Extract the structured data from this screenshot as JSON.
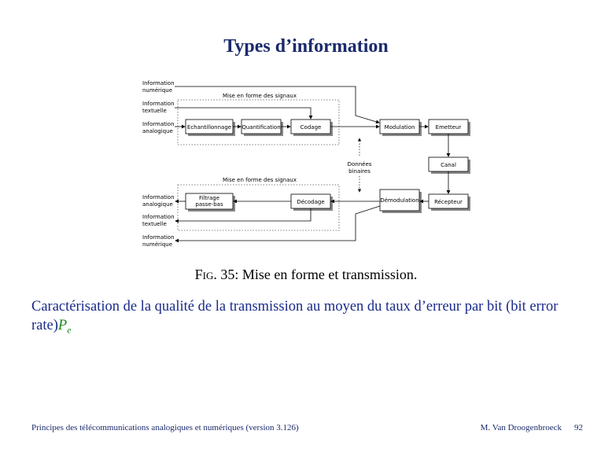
{
  "slide": {
    "title": "Types d’information"
  },
  "diagram": {
    "inputs": {
      "num": [
        "Information",
        "numérique"
      ],
      "text": [
        "Information",
        "textuelle"
      ],
      "ana": [
        "Information",
        "analogique"
      ]
    },
    "outputs": {
      "ana": [
        "Information",
        "analogique"
      ],
      "text": [
        "Information",
        "textuelle"
      ],
      "num": [
        "Information",
        "numérique"
      ]
    },
    "top_group_label": "Mise en forme des signaux",
    "bottom_group_label": "Mise en forme des signaux",
    "blocks": {
      "echantillonnage": "Echantillonnage",
      "quantification": "Quantification",
      "codage": "Codage",
      "modulation": "Modulation",
      "emetteur": "Emetteur",
      "canal": "Canal",
      "recepteur": "Récepteur",
      "demodulation": "Démodulation",
      "decodage": "Décodage",
      "filtrage": [
        "Filtrage",
        "passe-bas"
      ]
    },
    "donnees": [
      "Données",
      "binaires"
    ]
  },
  "caption": {
    "fig": "Fig.",
    "text": "35: Mise en forme et transmission."
  },
  "body": {
    "text": "Caractérisation de la qualité de la transmission au moyen du taux d’erreur par bit (bit error rate)",
    "math_base": "P",
    "math_sub": "e"
  },
  "footer": {
    "left": "Principes des télécommunications analogiques et numériques (version 3.126)",
    "author": "M. Van Droogenbroeck",
    "page": "92"
  },
  "colors": {
    "title": "#1a2a6c",
    "body": "#1a2a8a",
    "math": "#1a8a1a"
  }
}
